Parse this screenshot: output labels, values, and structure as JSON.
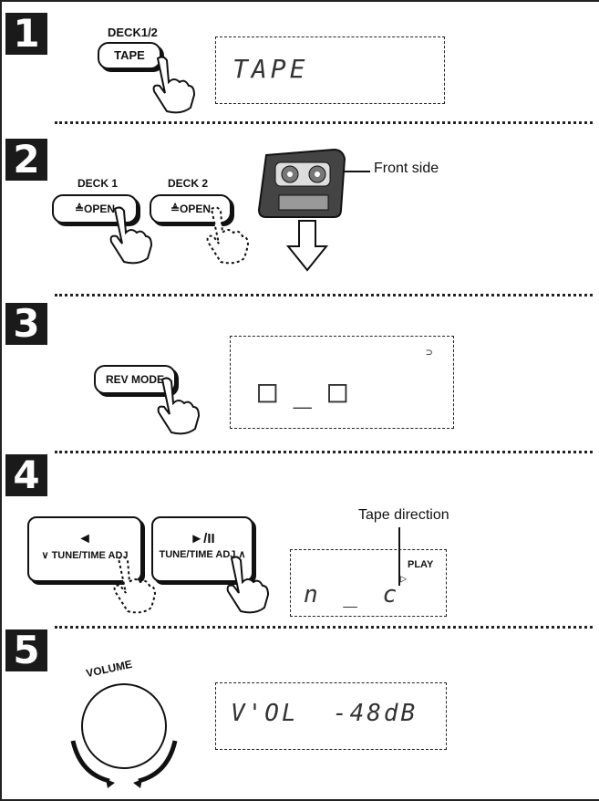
{
  "steps": [
    {
      "number": "1",
      "button_caption": "DECK1/2",
      "button_label": "TAPE",
      "display_text": "TAPE"
    },
    {
      "number": "2",
      "deck1_caption": "DECK 1",
      "deck1_button": "≜OPEN",
      "deck2_caption": "DECK 2",
      "deck2_button": "≜OPEN",
      "cassette_label": "Front side"
    },
    {
      "number": "3",
      "button_label": "REV MODE",
      "display_text": "□_□",
      "display_indicator": "⊃"
    },
    {
      "number": "4",
      "left_button_symbol": "◄",
      "left_button_label": "∨ TUNE/TIME ADJ",
      "right_button_symbol": "►/II",
      "right_button_label": "TUNE/TIME ADJ ∧",
      "tape_direction_label": "Tape direction",
      "play_label": "PLAY",
      "display_text": "n _ c"
    },
    {
      "number": "5",
      "knob_label": "VOLUME",
      "display_text": "V'OL  -48dB"
    }
  ]
}
